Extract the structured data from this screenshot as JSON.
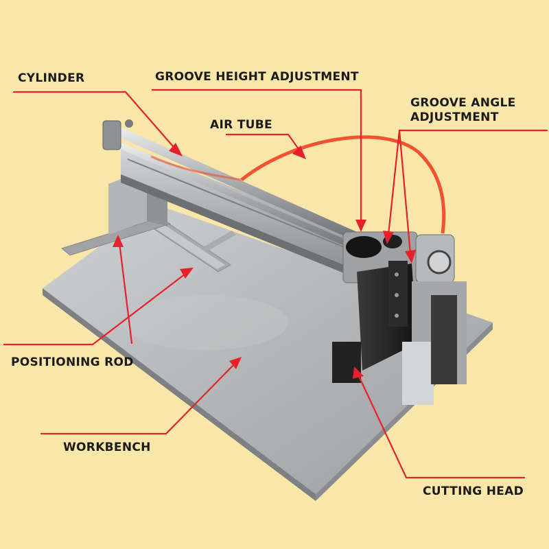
{
  "colors": {
    "background": "#f8e7a8",
    "leader": "#e8202a",
    "air_tube": "#f04a2a",
    "metal": "#b9bbbd"
  },
  "labels": {
    "cylinder": "CYLINDER",
    "groove_height": "GROOVE HEIGHT ADJUSTMENT",
    "groove_angle_line1": "GROOVE ANGLE",
    "groove_angle_line2": "ADJUSTMENT",
    "air_tube": "AIR TUBE",
    "positioning_rod": "POSITIONING ROD",
    "workbench": "WORKBENCH",
    "cutting_head": "CUTTING HEAD"
  }
}
